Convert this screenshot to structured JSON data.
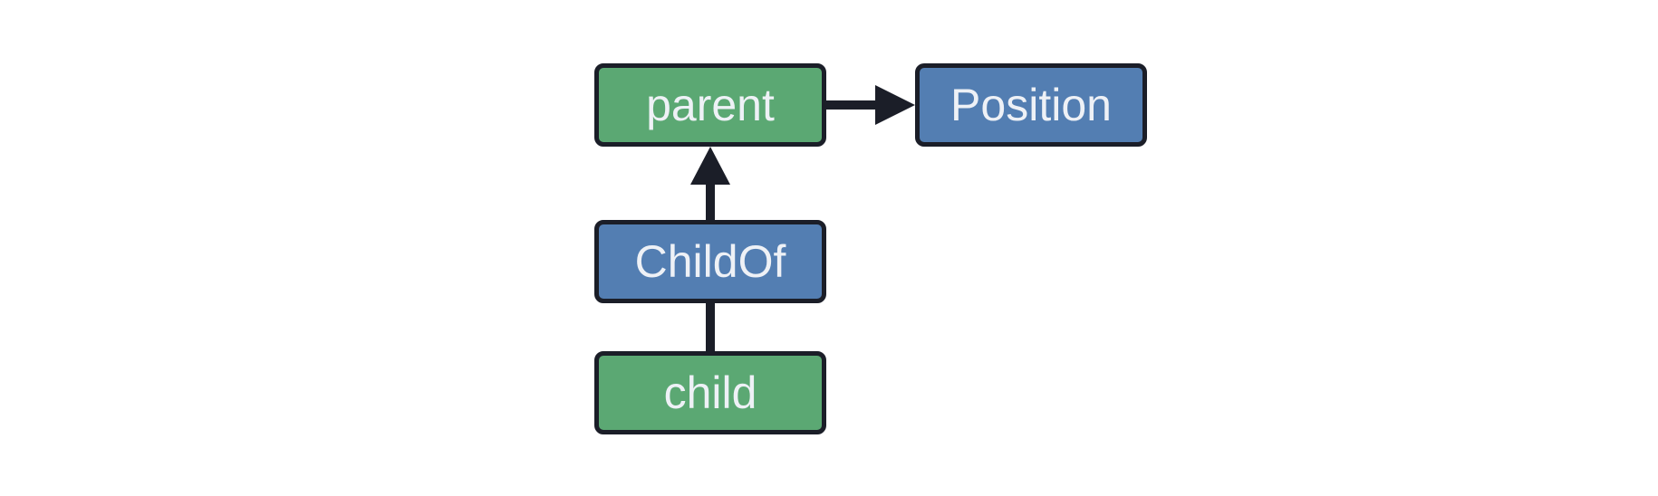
{
  "diagram": {
    "nodes": [
      {
        "id": "parent",
        "label": "parent",
        "fill": "#5ba873"
      },
      {
        "id": "Position",
        "label": "Position",
        "fill": "#537eb2"
      },
      {
        "id": "ChildOf",
        "label": "ChildOf",
        "fill": "#537eb2"
      },
      {
        "id": "child",
        "label": "child",
        "fill": "#5ba873"
      }
    ],
    "edges": [
      {
        "from": "parent",
        "to": "Position",
        "style": "arrow",
        "direction": "right"
      },
      {
        "from": "ChildOf",
        "to": "parent",
        "style": "arrow",
        "direction": "up"
      },
      {
        "from": "child",
        "to": "ChildOf",
        "style": "line",
        "direction": "up"
      }
    ],
    "colors": {
      "entity_fill": "#5ba873",
      "pair_fill": "#537eb2",
      "node_border": "#1b1e28",
      "edge": "#1b1e28",
      "text": "#eef1f6",
      "background": "#ffffff"
    }
  }
}
